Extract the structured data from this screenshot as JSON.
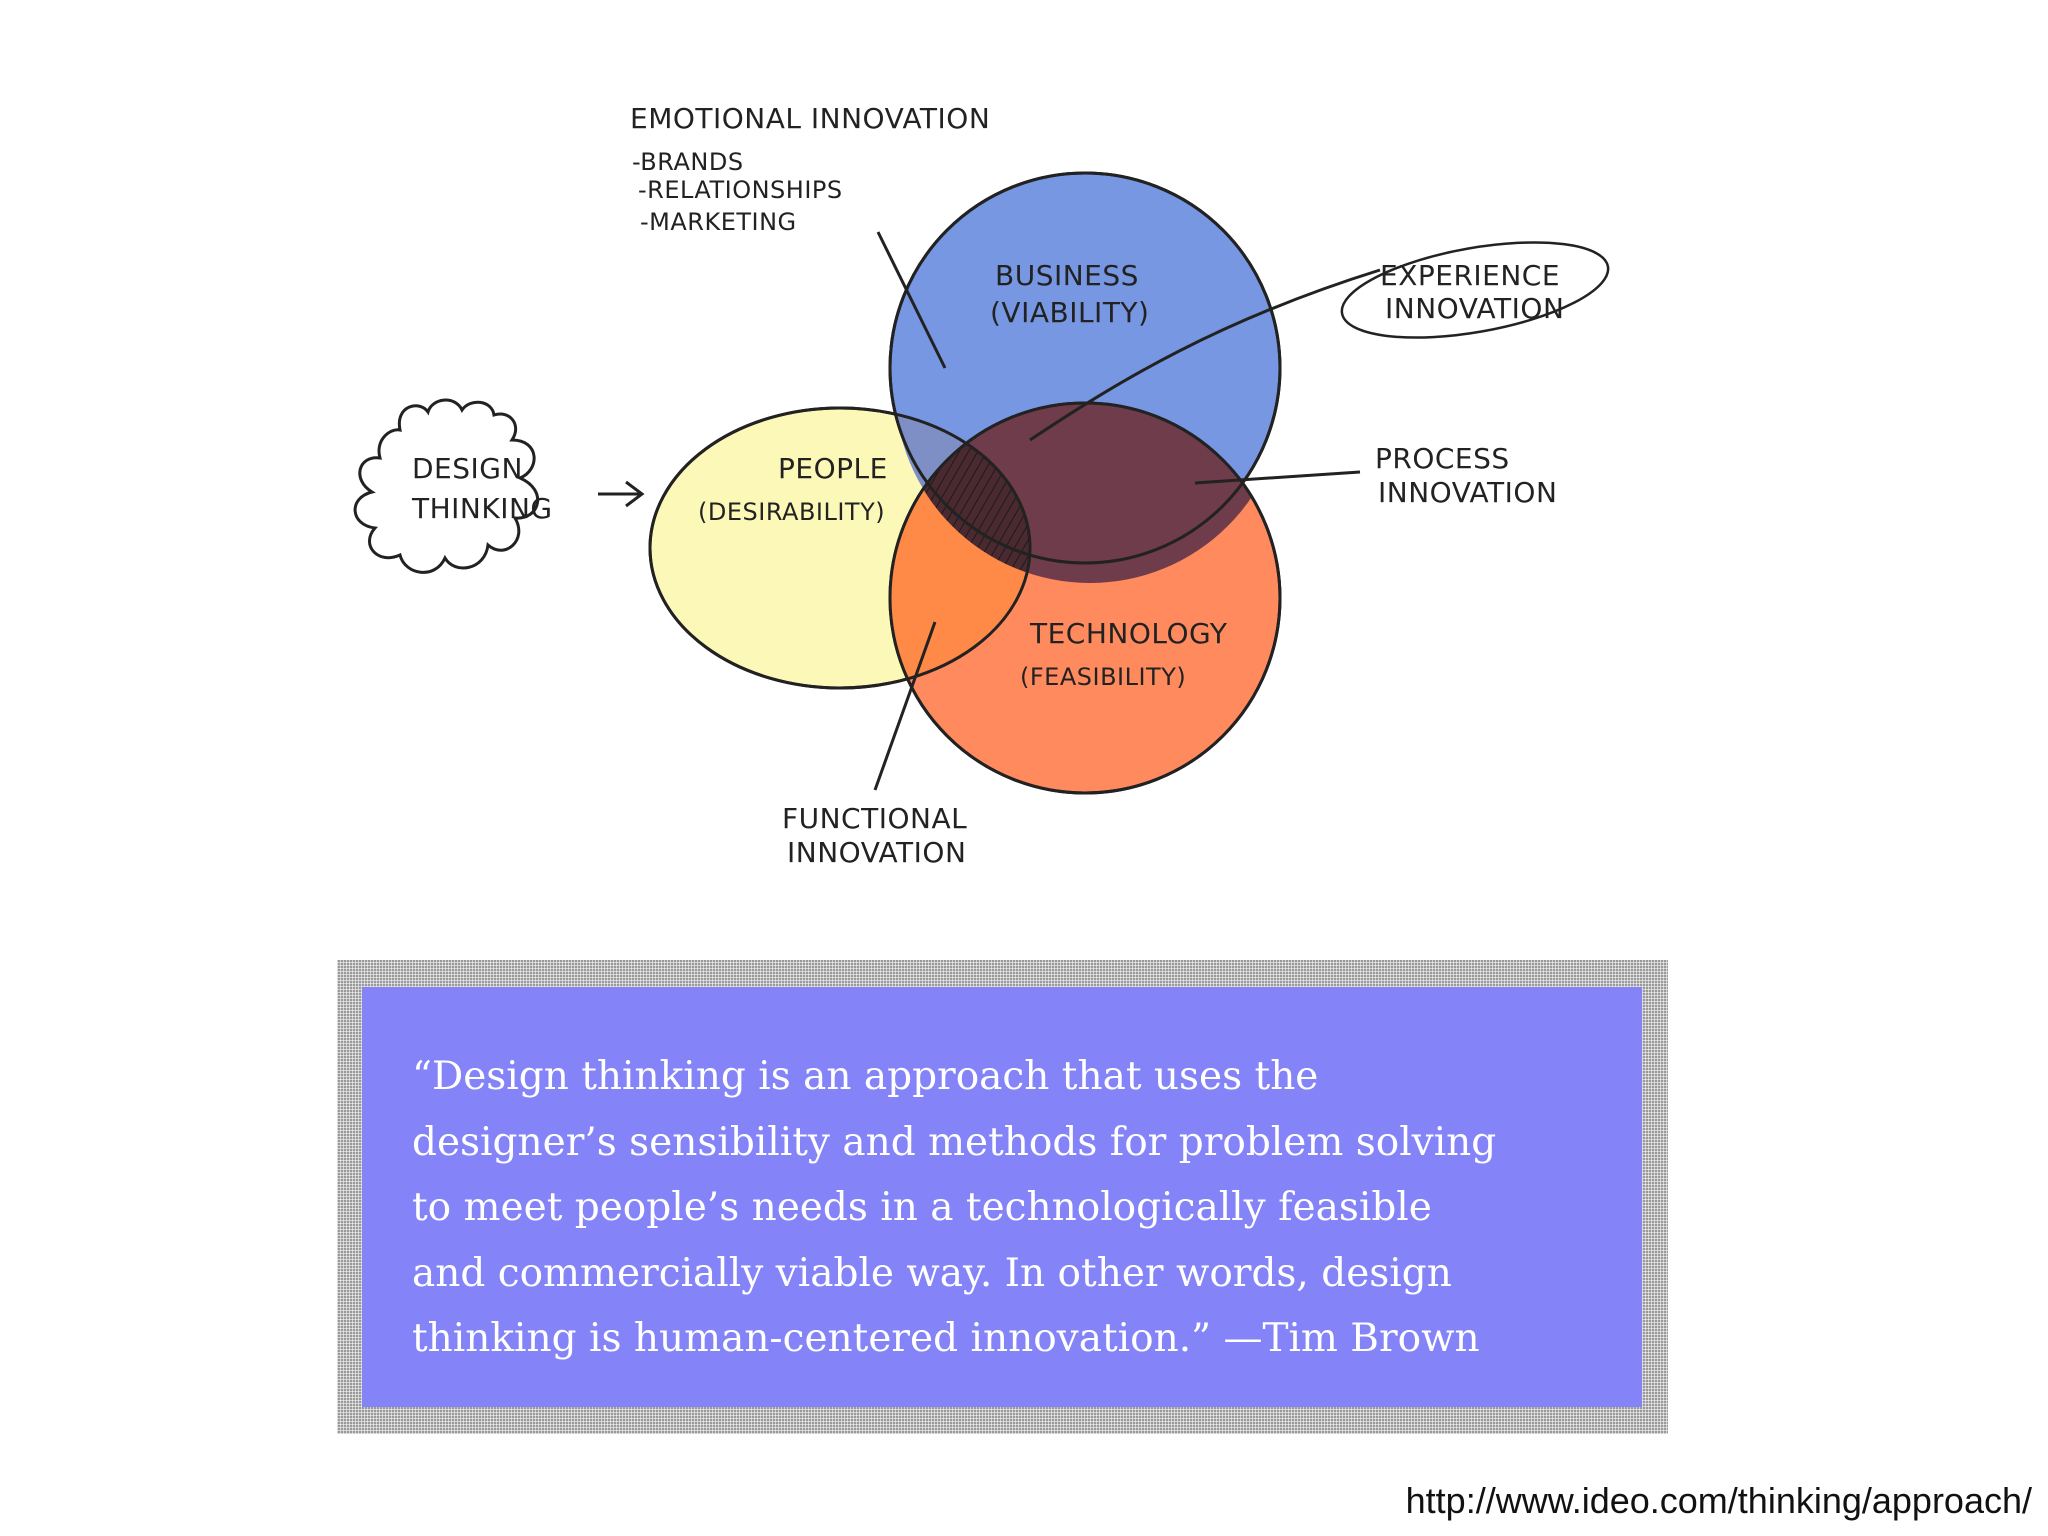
{
  "diagram": {
    "emotional_innovation": {
      "title": "EMOTIONAL INNOVATION",
      "items": [
        "-BRANDS",
        "-RELATIONSHIPS",
        "-MARKETING"
      ]
    },
    "business": {
      "line1": "BUSINESS",
      "line2": "(VIABILITY)"
    },
    "people": {
      "line1": "PEOPLE",
      "line2": "(DESIRABILITY)"
    },
    "technology": {
      "line1": "TECHNOLOGY",
      "line2": "(FEASIBILITY)"
    },
    "design_thinking": {
      "line1": "DESIGN",
      "line2": "THINKING"
    },
    "experience_innovation": {
      "line1": "EXPERIENCE",
      "line2": "INNOVATION"
    },
    "process_innovation": {
      "line1": "PROCESS",
      "line2": "INNOVATION"
    },
    "functional_innovation": {
      "line1": "FUNCTIONAL",
      "line2": "INNOVATION"
    },
    "colors": {
      "business": "#6b8ee0",
      "people": "#fcf9b8",
      "technology": "#ff8050",
      "overlap_center": "#6e3c4a"
    }
  },
  "quote": {
    "text": "“Design thinking is an approach that uses the\ndesigner’s sensibility and methods for problem solving\nto meet people’s needs in a technologically feasible\nand commercially viable way. In other words, design\nthinking is human-centered innovation.” —Tim Brown",
    "box_color": "#8484f8"
  },
  "source_url": "http://www.ideo.com/thinking/approach/"
}
